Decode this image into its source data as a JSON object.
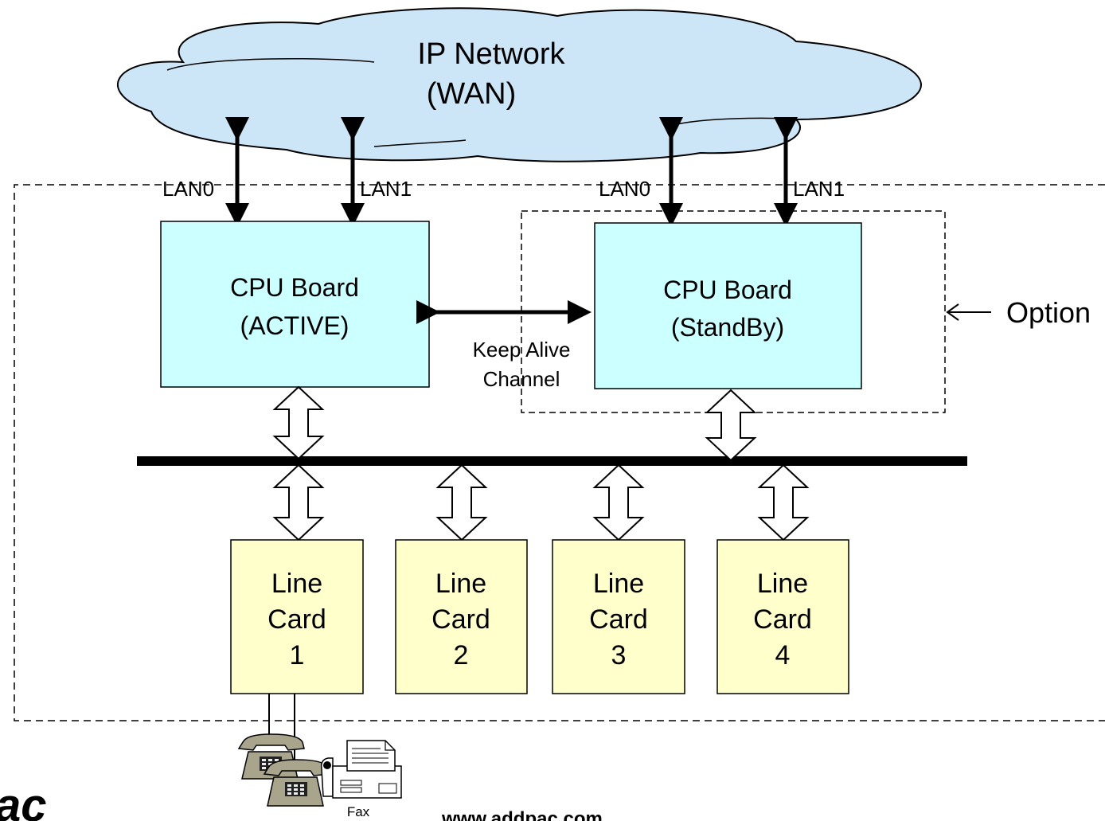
{
  "network": {
    "line1": "IP Network",
    "line2": "(WAN)"
  },
  "active_board": {
    "line1": "CPU Board",
    "line2": "(ACTIVE)",
    "lan0": "LAN0",
    "lan1": "LAN1"
  },
  "standby_board": {
    "line1": "CPU Board",
    "line2": "(StandBy)",
    "lan0": "LAN0",
    "lan1": "LAN1"
  },
  "keep_alive": {
    "line1": "Keep Alive",
    "line2": "Channel"
  },
  "option_label": "Option",
  "line_cards": [
    {
      "line1": "Line",
      "line2": "Card",
      "number": "1"
    },
    {
      "line1": "Line",
      "line2": "Card",
      "number": "2"
    },
    {
      "line1": "Line",
      "line2": "Card",
      "number": "3"
    },
    {
      "line1": "Line",
      "line2": "Card",
      "number": "4"
    }
  ],
  "fax_label": "Fax",
  "logo_text": "ac",
  "footer_url": "www.addpac.com",
  "colors": {
    "cloud_fill": "#cce6f7",
    "cpu_fill": "#ccffff",
    "card_fill": "#ffffcc",
    "phone_fill": "#a9a58c"
  }
}
